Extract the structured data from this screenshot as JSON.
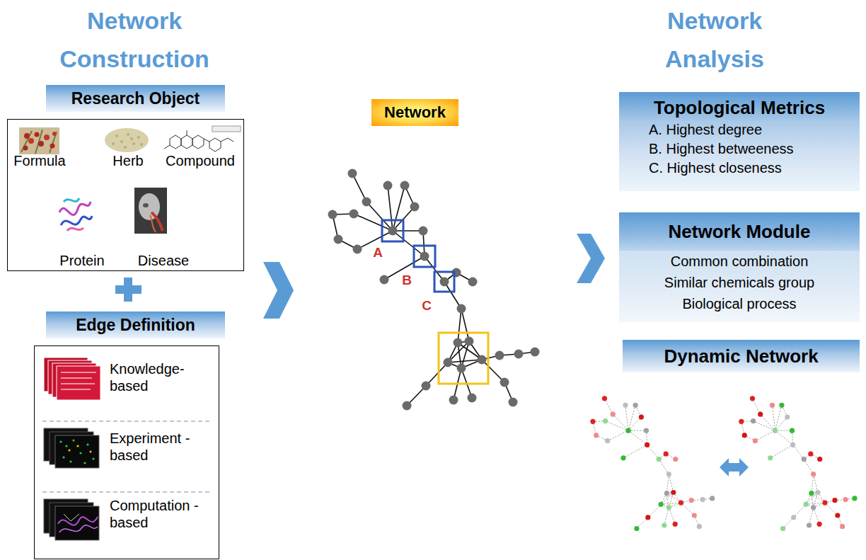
{
  "diagram": {
    "nodes": [
      {
        "text": [
          "Research Object"
        ]
      },
      {
        "text": [
          "Formula",
          "Herb",
          "Compound",
          "Protein",
          "Disease"
        ]
      },
      {
        "text": [
          "Edge Definition"
        ]
      },
      {
        "text": [
          "Knowledge- based",
          "Experiment -based",
          "Computation -based"
        ]
      },
      {
        "text": [
          "Network"
        ]
      },
      {
        "text": [
          "Topological Metrics",
          "A. Highest degree",
          "B. Highest betweeness",
          "C. Highest closeness"
        ]
      },
      {
        "text": [
          "Network Module",
          "Common combination",
          "Similar chemicals group",
          "Biological process"
        ]
      },
      {
        "text": [
          "Dynamic Network"
        ]
      }
    ],
    "labels": [
      "Network Construction",
      "Network Analysis",
      "A",
      "B",
      "C"
    ]
  }
}
